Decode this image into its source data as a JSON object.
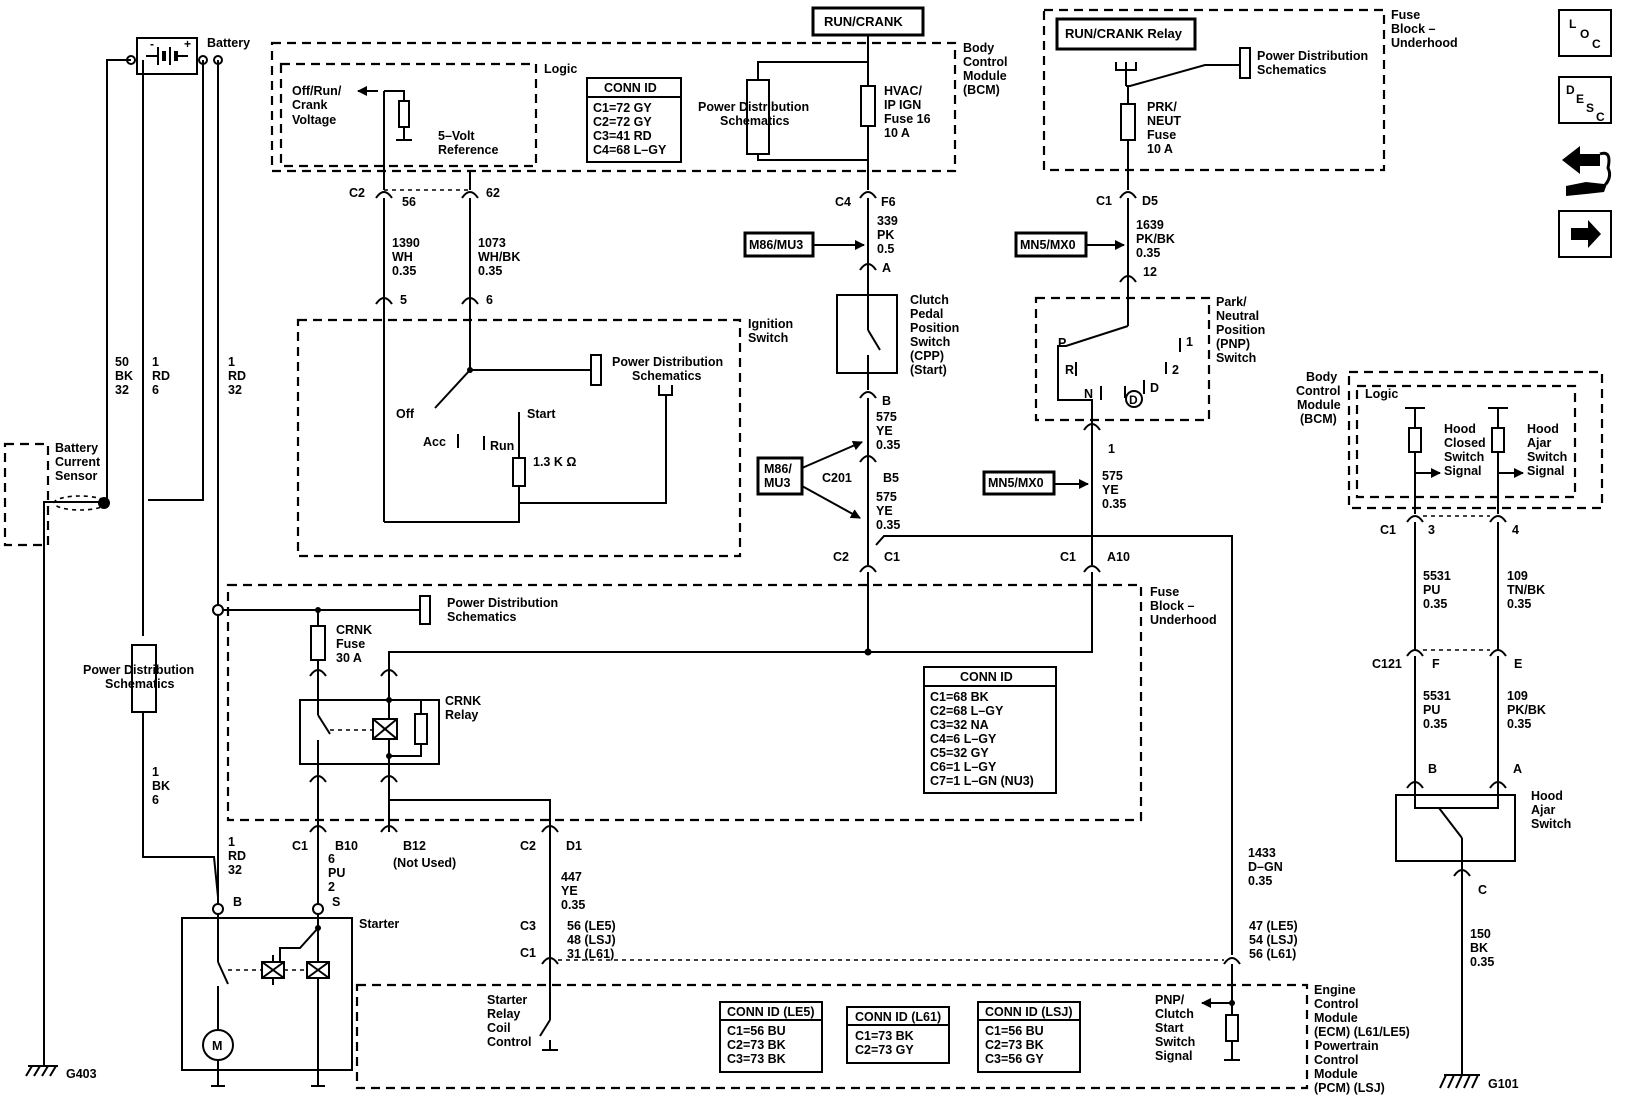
{
  "battery": {
    "label": "Battery"
  },
  "battery_sensor": {
    "l1": "Battery",
    "l2": "Current",
    "l3": "Sensor"
  },
  "wires_left": {
    "a1": "50",
    "a2": "BK",
    "a3": "32",
    "b1": "1",
    "b2": "RD",
    "b3": "6",
    "c1": "1",
    "c2": "RD",
    "c3": "32",
    "d1": "1",
    "d2": "BK",
    "d3": "6",
    "e1": "1",
    "e2": "RD",
    "e3": "32"
  },
  "power_distribution": {
    "l1": "Power Distribution",
    "l2": "Schematics"
  },
  "ground_g403": "G403",
  "ground_g101": "G101",
  "bcm_top": {
    "logic": "Logic",
    "off_run_crank": [
      "Off/Run/",
      "Crank",
      "Voltage"
    ],
    "five_volt": [
      "5–Volt",
      "Reference"
    ],
    "conn_title": "CONN ID",
    "conn_rows": [
      "C1=72 GY",
      "C2=72 GY",
      "C3=41 RD",
      "C4=68 L–GY"
    ],
    "name": [
      "Body",
      "Control",
      "Module",
      "(BCM)"
    ],
    "hvac_fuse": [
      "HVAC/",
      "IP IGN",
      "Fuse 16",
      "10 A"
    ],
    "run_crank": "RUN/CRANK"
  },
  "ignition": {
    "c2": "C2",
    "pin56": "56",
    "pin62": "62",
    "w1390": [
      "1390",
      "WH",
      "0.35"
    ],
    "w1073": [
      "1073",
      "WH/BK",
      "0.35"
    ],
    "pin5": "5",
    "pin6": "6",
    "name": [
      "Ignition",
      "Switch"
    ],
    "off": "Off",
    "acc": "Acc",
    "run": "Run",
    "start": "Start",
    "resistor": "1.3 K Ω"
  },
  "cpp": {
    "c4": "C4",
    "f6": "F6",
    "w339": [
      "339",
      "PK",
      "0.5"
    ],
    "m86": "M86/MU3",
    "pinA": "A",
    "name": [
      "Clutch",
      "Pedal",
      "Position",
      "Switch",
      "(CPP)",
      "(Start)"
    ],
    "pinB": "B",
    "w575a": [
      "575",
      "YE",
      "0.35"
    ],
    "m86b": [
      "M86/",
      "MU3"
    ],
    "c201": "C201",
    "b5": "B5",
    "w575b": [
      "575",
      "YE",
      "0.35"
    ],
    "c2": "C2",
    "c1": "C1"
  },
  "fuse_top_right": {
    "relay": "RUN/CRANK Relay",
    "name": [
      "Fuse",
      "Block –",
      "Underhood"
    ],
    "fuse": [
      "PRK/",
      "NEUT",
      "Fuse",
      "10 A"
    ],
    "c1": "C1",
    "d5": "D5",
    "w1639": [
      "1639",
      "PK/BK",
      "0.35"
    ],
    "mn5": "MN5/MX0",
    "pin12": "12"
  },
  "pnp": {
    "name": [
      "Park/",
      "Neutral",
      "Position",
      "(PNP)",
      "Switch"
    ],
    "p": "P",
    "r": "R",
    "n": "N",
    "d": "D",
    "two": "2",
    "one": "1",
    "pin1": "1",
    "mn5": "MN5/MX0",
    "w575": [
      "575",
      "YE",
      "0.35"
    ],
    "c1": "C1",
    "a10": "A10"
  },
  "fuse_block": {
    "name": [
      "Fuse",
      "Block –",
      "Underhood"
    ],
    "crnk_fuse": [
      "CRNK",
      "Fuse",
      "30 A"
    ],
    "crnk_relay": [
      "CRNK",
      "Relay"
    ],
    "conn_title": "CONN ID",
    "conn_rows": [
      "C1=68 BK",
      "C2=68 L–GY",
      "C3=32 NA",
      "C4=6 L–GY",
      "C5=32 GY",
      "C6=1 L–GY",
      "C7=1 L–GN (NU3)"
    ]
  },
  "starter": {
    "c1": "C1",
    "b10": "B10",
    "b12": "B12",
    "not_used": "(Not Used)",
    "w6": [
      "6",
      "PU",
      "2"
    ],
    "b": "B",
    "s": "S",
    "name": "Starter",
    "motor": "M"
  },
  "ecm": {
    "c2": "C2",
    "d1": "D1",
    "w447": [
      "447",
      "YE",
      "0.35"
    ],
    "c3": "C3",
    "c1": "C1",
    "pins_left": [
      "56 (LE5)",
      "48 (LSJ)",
      "31 (L61)"
    ],
    "starter_relay": [
      "Starter",
      "Relay",
      "Coil",
      "Control"
    ],
    "w1433": [
      "1433",
      "D–GN",
      "0.35"
    ],
    "pins_right": [
      "47 (LE5)",
      "54 (LSJ)",
      "56 (L61)"
    ],
    "pnp_signal": [
      "PNP/",
      "Clutch",
      "Start",
      "Switch",
      "Signal"
    ],
    "name": [
      "Engine",
      "Control",
      "Module",
      "(ECM) (L61/LE5)",
      "Powertrain",
      "Control",
      "Module",
      "(PCM) (LSJ)"
    ],
    "conn_le5": {
      "title": "CONN ID (LE5)",
      "rows": [
        "C1=56 BU",
        "C2=73 BK",
        "C3=73 BK"
      ]
    },
    "conn_l61": {
      "title": "CONN ID (L61)",
      "rows": [
        "C1=73 BK",
        "C2=73 GY"
      ]
    },
    "conn_lsj": {
      "title": "CONN ID (LSJ)",
      "rows": [
        "C1=56 BU",
        "C2=73 BK",
        "C3=56 GY"
      ]
    }
  },
  "hood": {
    "bcm": [
      "Body",
      "Control",
      "Module",
      "(BCM)"
    ],
    "logic": "Logic",
    "closed": [
      "Hood",
      "Closed",
      "Switch",
      "Signal"
    ],
    "ajar": [
      "Hood",
      "Ajar",
      "Switch",
      "Signal"
    ],
    "c1": "C1",
    "pin3": "3",
    "pin4": "4",
    "w5531a": [
      "5531",
      "PU",
      "0.35"
    ],
    "w109a": [
      "109",
      "TN/BK",
      "0.35"
    ],
    "c121": "C121",
    "f": "F",
    "e": "E",
    "w5531b": [
      "5531",
      "PU",
      "0.35"
    ],
    "w109b": [
      "109",
      "PK/BK",
      "0.35"
    ],
    "b": "B",
    "a": "A",
    "switch": [
      "Hood",
      "Ajar",
      "Switch"
    ],
    "c": "C",
    "w150": [
      "150",
      "BK",
      "0.35"
    ]
  },
  "nav": {
    "loc": [
      "L",
      "O",
      "C"
    ],
    "desc": [
      "D",
      "E",
      "S",
      "C"
    ]
  }
}
